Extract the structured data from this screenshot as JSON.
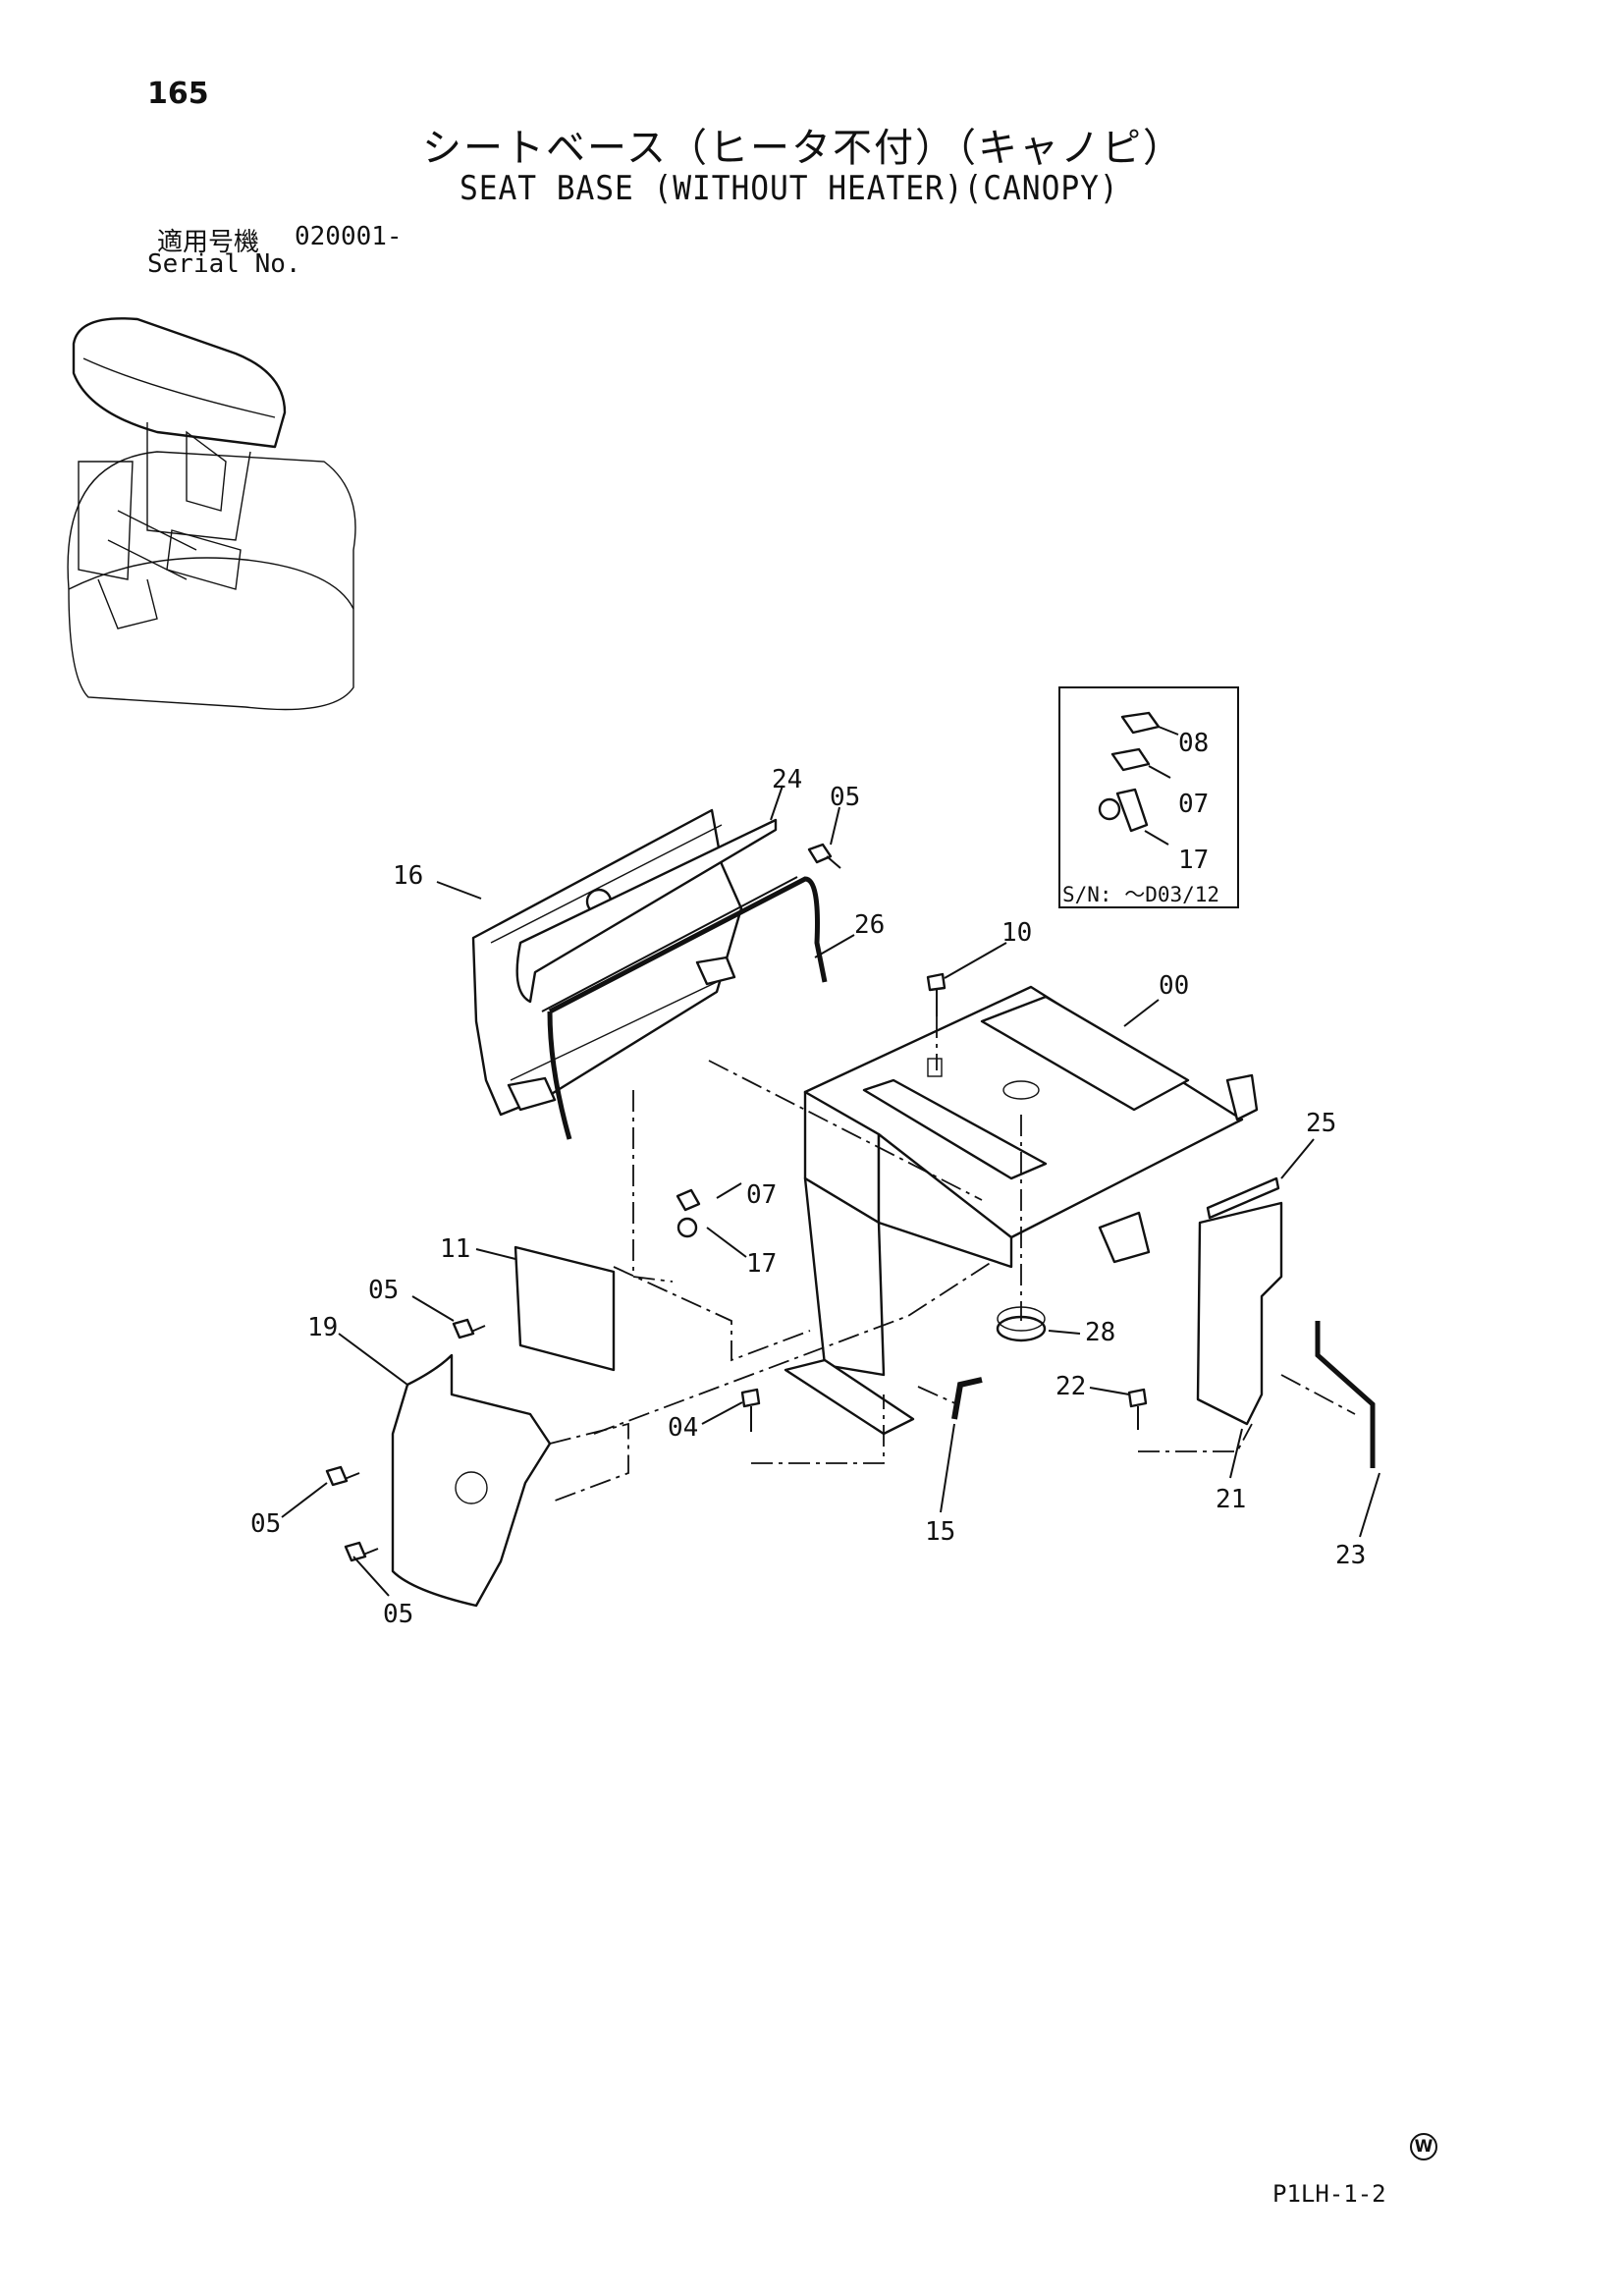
{
  "page_number": "165",
  "title_jp": "シートベース（ヒータ不付）（キャノピ）",
  "title_en": "SEAT BASE (WITHOUT HEATER)(CANOPY)",
  "serial": {
    "label_jp": "適用号機",
    "value": "020001-",
    "label_en": "Serial No."
  },
  "inset": {
    "serial_note": "S/N: ～D03/12",
    "labels": [
      "08",
      "07",
      "17"
    ]
  },
  "callouts": {
    "c00": "00",
    "c04": "04",
    "c05a": "05",
    "c05b": "05",
    "c05c": "05",
    "c05d": "05",
    "c07": "07",
    "c10": "10",
    "c11": "11",
    "c15": "15",
    "c16": "16",
    "c17": "17",
    "c19": "19",
    "c21": "21",
    "c22": "22",
    "c23": "23",
    "c24": "24",
    "c25": "25",
    "c26": "26",
    "c28": "28"
  },
  "footer_code": "P1LH-1-2",
  "mark": "W"
}
